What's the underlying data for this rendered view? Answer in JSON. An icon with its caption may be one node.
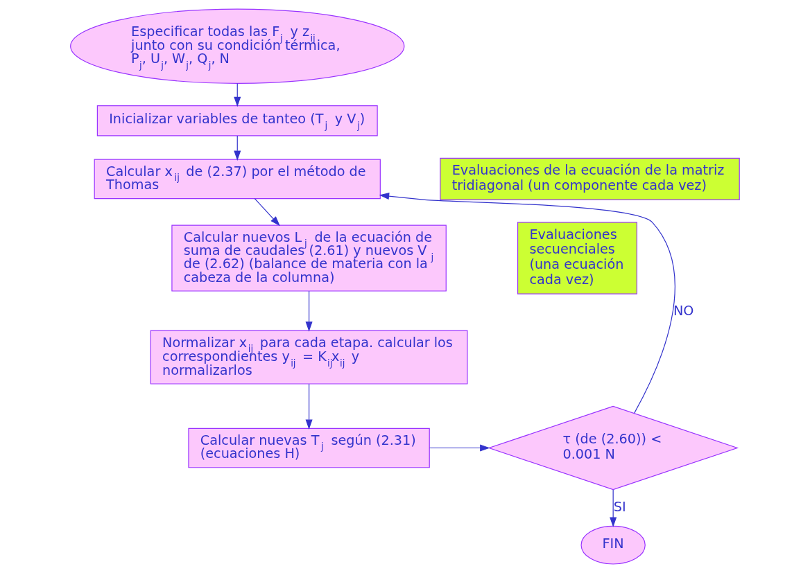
{
  "diagram": {
    "nodes": [
      {
        "text": [
          "Especificar todas las F$_{j}$ y z$_{ij}$ junto con su condición térmica, P$_{j}$, U$_{j}$, W$_{j}$, Q$_{j}$, N"
        ]
      },
      {
        "text": [
          "Inicializar variables de tanteo (T$_{j}$ y V$_{j}$)"
        ]
      },
      {
        "text": [
          "Calcular x$_{ij}$ de (2.37) por el método de Thomas"
        ]
      },
      {
        "text": [
          "Calcular nuevos L$_{j}$ de la ecuación de suma de caudales (2.61) y nuevos V$_{j}$ de (2.62) (balance de materia con la cabeza de la columna)"
        ]
      },
      {
        "text": [
          "Normalizar x$_{ij}$ para cada etapa. calcular los correspondientes y$_{ij}$ = K$_{ij}$x$_{ij}$ y normalizarlos"
        ]
      },
      {
        "text": [
          "Calcular nuevas T$_{j}$ según (2.31) (ecuaciones H)"
        ]
      },
      {
        "text": [
          "τ (de (2.60)) < 0.001 N"
        ]
      },
      {
        "text": [
          "FIN"
        ]
      },
      {
        "text": [
          "Evaluaciones de la ecuación de la matriz tridiagonal (un componente cada vez)"
        ]
      },
      {
        "text": [
          "Evaluaciones secuenciales (una ecuación cada vez)"
        ]
      }
    ],
    "edges": [
      {
        "from": 0,
        "to": 1,
        "arrow": "to"
      },
      {
        "from": 1,
        "to": 2,
        "arrow": "to"
      },
      {
        "from": 2,
        "to": 3,
        "arrow": "to"
      },
      {
        "from": 3,
        "to": 4,
        "arrow": "to"
      },
      {
        "from": 4,
        "to": 5,
        "arrow": "to"
      },
      {
        "from": 5,
        "to": 6,
        "arrow": "to"
      },
      {
        "from": 6,
        "to": 2,
        "arrow": "to",
        "label": "NO"
      },
      {
        "from": 6,
        "to": 7,
        "arrow": "to",
        "label": "SI"
      }
    ]
  }
}
